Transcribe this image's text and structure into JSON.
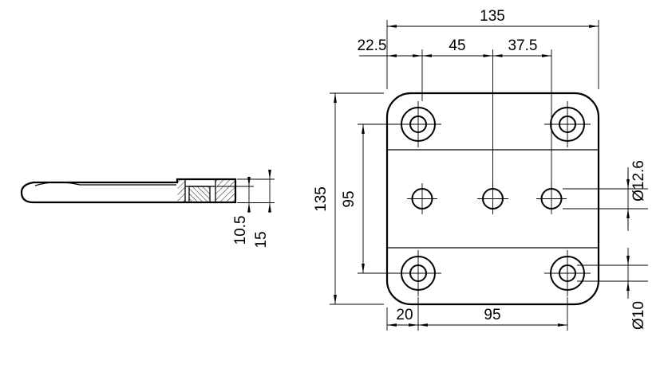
{
  "drawing": {
    "background": "#ffffff",
    "line_color": "#000000",
    "front_view": {
      "dim_overall_width": "135",
      "dim_offset_left": "22.5",
      "dim_spacing_center": "45",
      "dim_spacing_right": "37.5",
      "dim_overall_height": "135",
      "dim_hole_pitch_vertical": "95",
      "dim_bottom_offset": "20",
      "dim_bottom_pitch": "95",
      "dim_counterbore_dia": "Ø12.6",
      "dim_hole_dia": "Ø10"
    },
    "side_view": {
      "dim_depth": "10.5",
      "dim_thickness": "15"
    }
  }
}
